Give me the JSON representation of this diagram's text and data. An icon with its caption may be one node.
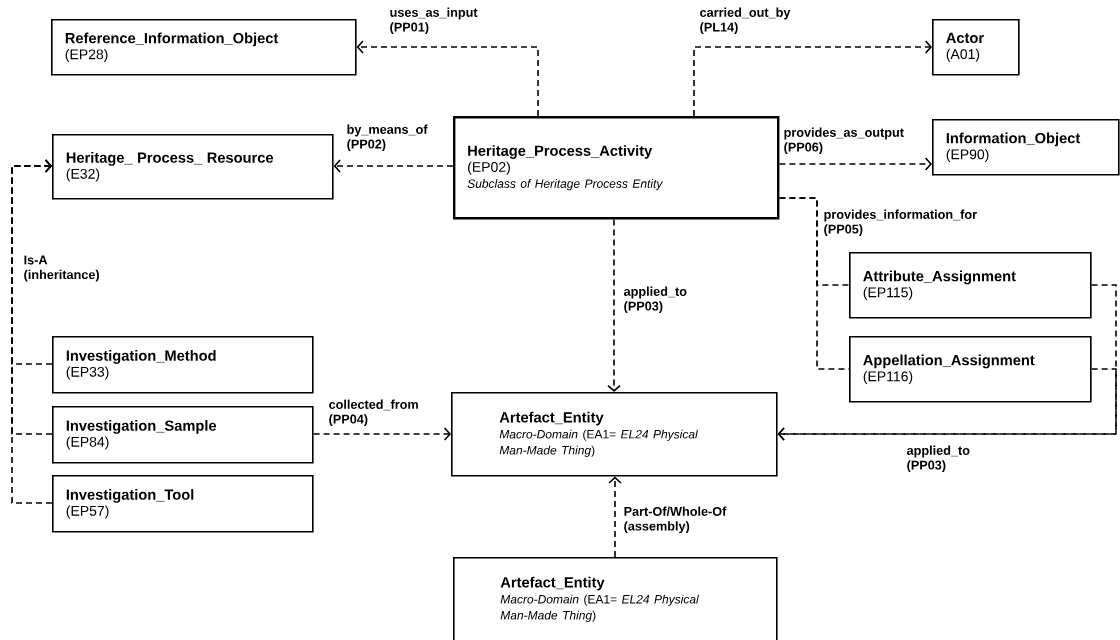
{
  "diagram": {
    "nodes": [
      {
        "text": [
          "Reference_Information_Object",
          "(EP28)"
        ]
      },
      {
        "text": [
          "Actor",
          "(A01)"
        ]
      },
      {
        "text": [
          "Heritage_Process_Activity",
          "(EP02)",
          "Subclass of Heritage Process Entity"
        ]
      },
      {
        "text": [
          "Heritage_ Process_ Resource",
          "(E32)"
        ]
      },
      {
        "text": [
          "Information_Object",
          "(EP90)"
        ]
      },
      {
        "text": [
          "Attribute_Assignment",
          "(EP115)"
        ]
      },
      {
        "text": [
          "Investigation_Method",
          "(EP33)"
        ]
      },
      {
        "text": [
          "Appellation_Assignment",
          "(EP116)"
        ]
      },
      {
        "text": [
          "Investigation_Sample",
          "(EP84)"
        ]
      },
      {
        "text": [
          "Artefact_Entity",
          "*Macro-Domain* (EA1= *EL24 Physical Man-Made Thing*)"
        ]
      },
      {
        "text": [
          "Investigation_Tool",
          "(EP57)"
        ]
      },
      {
        "text": [
          "Artefact_Entity",
          "*Macro-Domain* (EA1= *EL24 Physical Man-Made Thing*)"
        ]
      }
    ],
    "edges": [
      {
        "from": 2,
        "to": 0,
        "arrow": "to",
        "style": "dashed",
        "label": "uses_as_input (PP01)"
      },
      {
        "from": 2,
        "to": 1,
        "arrow": "to",
        "style": "dashed",
        "label": "carried_out_by (PL14)"
      },
      {
        "from": 2,
        "to": 3,
        "arrow": "to",
        "style": "dashed",
        "label": "by_means_of (PP02)"
      },
      {
        "from": 2,
        "to": 4,
        "arrow": "to",
        "style": "dashed",
        "label": "provides_as_output (PP06)"
      },
      {
        "from": 2,
        "to": 5,
        "arrow": "none",
        "style": "dashed",
        "label": "provides_information_for (PP05)"
      },
      {
        "from": 2,
        "to": 7,
        "arrow": "none",
        "style": "dashed"
      },
      {
        "from": 2,
        "to": 9,
        "arrow": "to",
        "style": "dashed",
        "label": "applied_to (PP03)"
      },
      {
        "from": 5,
        "to": 9,
        "arrow": "to",
        "style": "dashed"
      },
      {
        "from": 7,
        "to": 9,
        "arrow": "to",
        "style": "dashed",
        "label": "applied_to (PP03)"
      },
      {
        "from": 8,
        "to": 9,
        "arrow": "to",
        "style": "dashed",
        "label": "collected_from (PP04)"
      },
      {
        "from": 11,
        "to": 9,
        "arrow": "to",
        "style": "dashed",
        "label": "Part-Of/Whole-Of (assembly)"
      },
      {
        "from": 6,
        "to": 3,
        "arrow": "to",
        "style": "dashed",
        "label": "Is-A (inheritance)"
      },
      {
        "from": 8,
        "to": 3,
        "arrow": "to",
        "style": "dashed"
      },
      {
        "from": 10,
        "to": 3,
        "arrow": "to",
        "style": "dashed"
      }
    ]
  }
}
